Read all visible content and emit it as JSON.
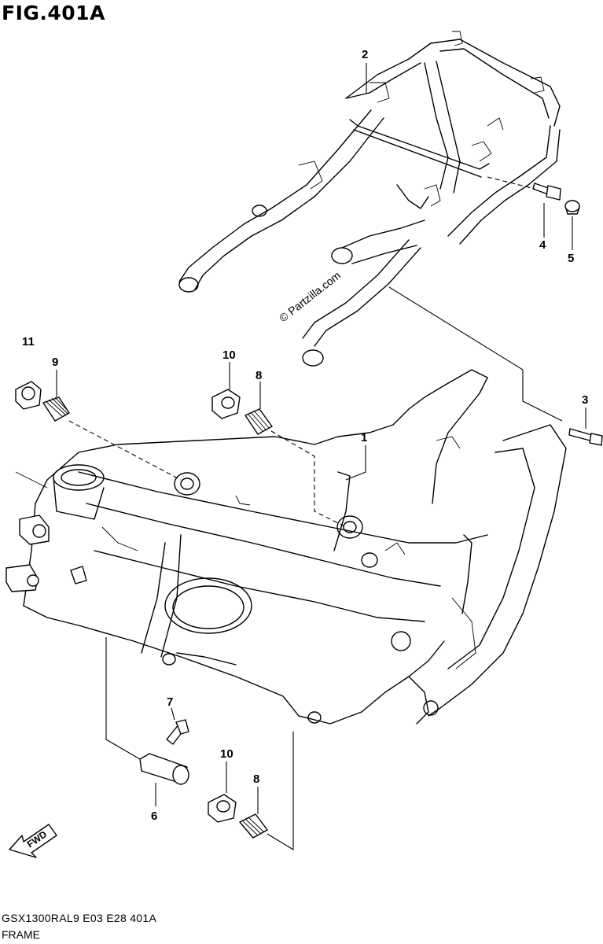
{
  "figure": {
    "title": "FIG.401A",
    "model_code": "GSX1300RAL9  E03  E28  401A",
    "section": "FRAME",
    "watermark": "© Partzilla.com",
    "fwd_label": "FWD"
  },
  "callouts": [
    {
      "id": "c1",
      "label": "1"
    },
    {
      "id": "c2",
      "label": "2"
    },
    {
      "id": "c3",
      "label": "3"
    },
    {
      "id": "c4",
      "label": "4"
    },
    {
      "id": "c5",
      "label": "5"
    },
    {
      "id": "c6",
      "label": "6"
    },
    {
      "id": "c7",
      "label": "7"
    },
    {
      "id": "c8a",
      "label": "8"
    },
    {
      "id": "c8b",
      "label": "8"
    },
    {
      "id": "c9",
      "label": "9"
    },
    {
      "id": "c10a",
      "label": "10"
    },
    {
      "id": "c10b",
      "label": "10"
    },
    {
      "id": "c11",
      "label": "11"
    }
  ]
}
